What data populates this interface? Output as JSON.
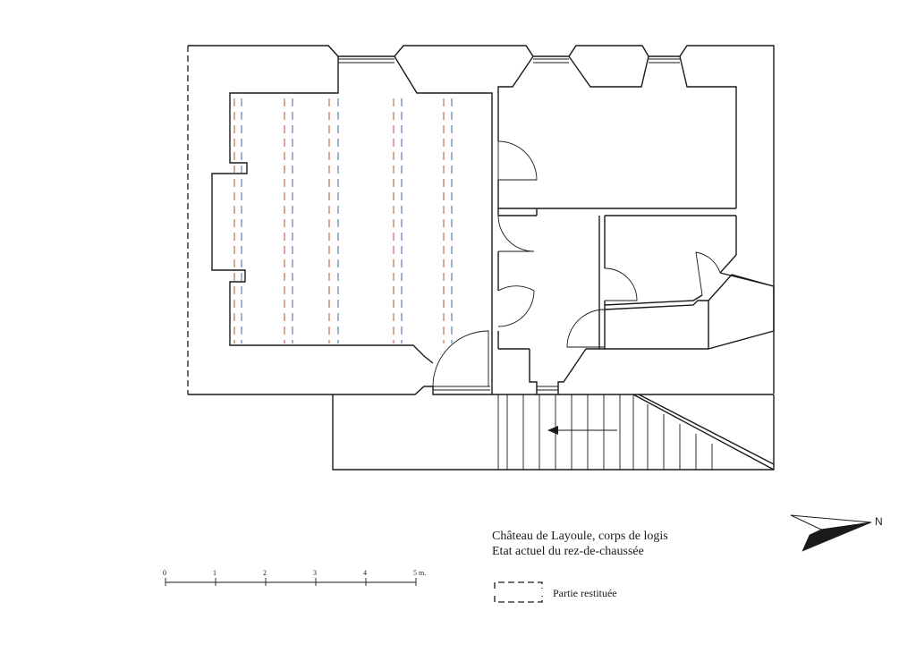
{
  "caption": {
    "line1": "Château de Layoule, corps de logis",
    "line2": "Etat actuel du rez-de-chaussée"
  },
  "scale": {
    "ticks": [
      "0",
      "1",
      "2",
      "3",
      "4",
      "5 m."
    ]
  },
  "legend": {
    "label": "Partie  restituée"
  },
  "compass": {
    "letter": "N"
  }
}
